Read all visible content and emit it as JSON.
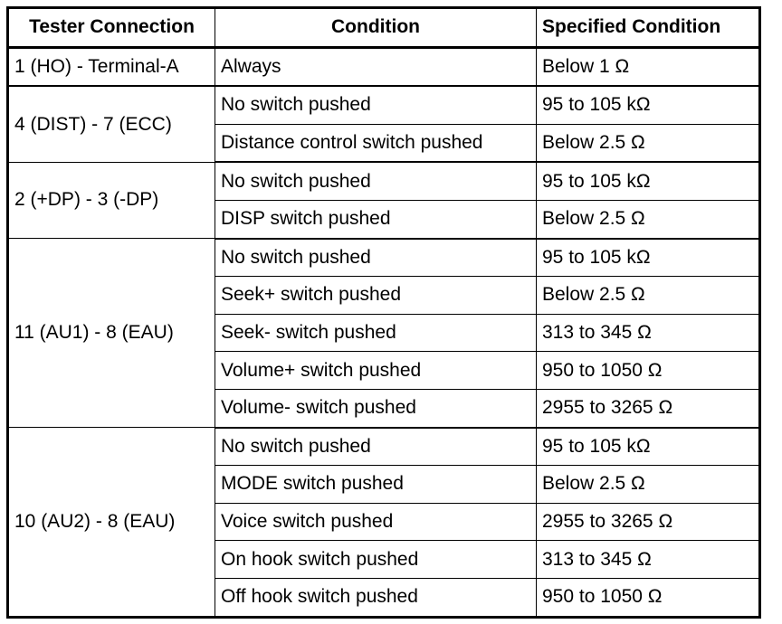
{
  "headers": {
    "tester_connection": "Tester Connection",
    "condition": "Condition",
    "specified_condition": "Specified Condition"
  },
  "groups": [
    {
      "connection": "1 (HO) - Terminal-A",
      "rows": [
        {
          "condition": "Always",
          "spec": "Below 1 Ω"
        }
      ]
    },
    {
      "connection": "4 (DIST) - 7 (ECC)",
      "rows": [
        {
          "condition": "No switch pushed",
          "spec": "95 to 105 kΩ"
        },
        {
          "condition": "Distance control switch pushed",
          "spec": "Below 2.5 Ω"
        }
      ]
    },
    {
      "connection": "2 (+DP) - 3 (-DP)",
      "rows": [
        {
          "condition": "No switch pushed",
          "spec": "95 to 105 kΩ"
        },
        {
          "condition": "DISP switch pushed",
          "spec": "Below 2.5 Ω"
        }
      ]
    },
    {
      "connection": "11 (AU1) - 8 (EAU)",
      "rows": [
        {
          "condition": "No switch pushed",
          "spec": "95 to 105 kΩ"
        },
        {
          "condition": "Seek+ switch pushed",
          "spec": "Below 2.5 Ω"
        },
        {
          "condition": "Seek- switch pushed",
          "spec": "313 to 345 Ω"
        },
        {
          "condition": "Volume+ switch pushed",
          "spec": "950 to 1050 Ω"
        },
        {
          "condition": "Volume- switch pushed",
          "spec": "2955 to 3265 Ω"
        }
      ]
    },
    {
      "connection": "10 (AU2) - 8 (EAU)",
      "rows": [
        {
          "condition": "No switch pushed",
          "spec": "95 to 105 kΩ"
        },
        {
          "condition": "MODE switch pushed",
          "spec": "Below 2.5 Ω"
        },
        {
          "condition": "Voice switch pushed",
          "spec": "2955 to 3265 Ω"
        },
        {
          "condition": "On hook switch pushed",
          "spec": "313 to 345 Ω"
        },
        {
          "condition": "Off hook switch pushed",
          "spec": "950 to 1050 Ω"
        }
      ]
    }
  ]
}
